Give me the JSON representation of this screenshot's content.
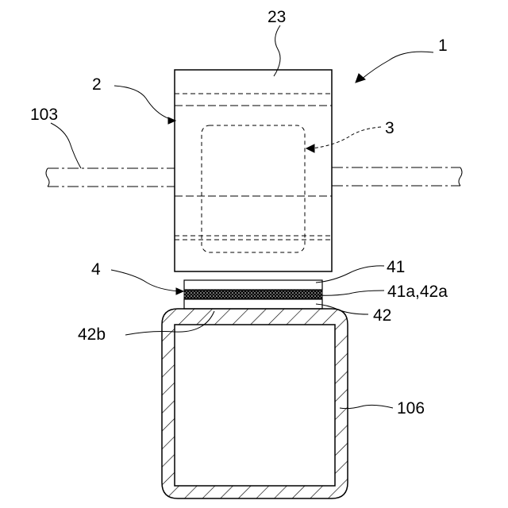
{
  "labels": {
    "l23": "23",
    "l1": "1",
    "l2": "2",
    "l103": "103",
    "l3": "3",
    "l4": "4",
    "l41": "41",
    "l41a42a": "41a,42a",
    "l42": "42",
    "l42b": "42b",
    "l106": "106"
  }
}
